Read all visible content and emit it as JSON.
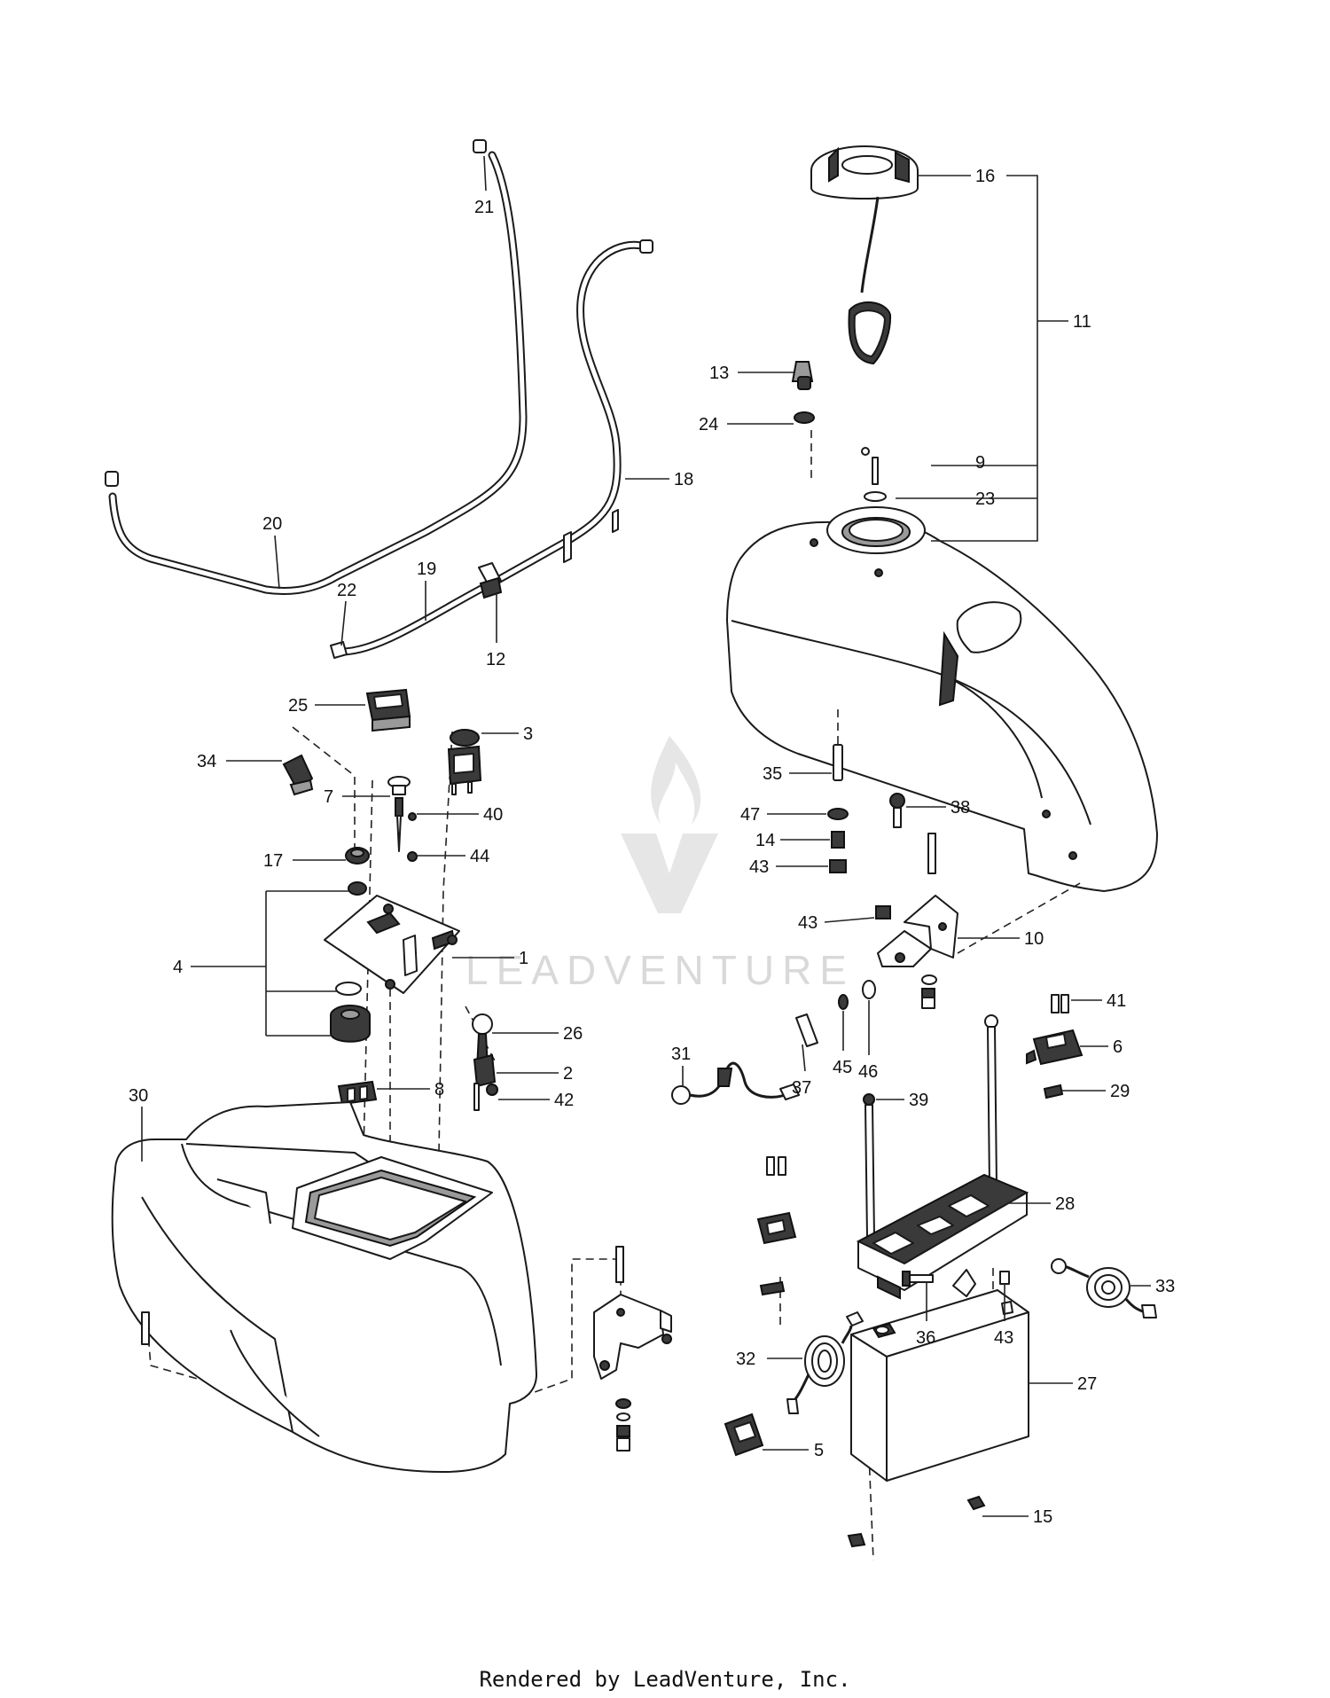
{
  "footer": {
    "text": "Rendered by LeadVenture, Inc."
  },
  "watermark": {
    "text": "LEADVENTURE"
  },
  "callouts": [
    {
      "id": "1",
      "label": "1"
    },
    {
      "id": "2",
      "label": "2"
    },
    {
      "id": "3",
      "label": "3"
    },
    {
      "id": "4",
      "label": "4"
    },
    {
      "id": "5",
      "label": "5"
    },
    {
      "id": "6",
      "label": "6"
    },
    {
      "id": "7",
      "label": "7"
    },
    {
      "id": "8",
      "label": "8"
    },
    {
      "id": "9",
      "label": "9"
    },
    {
      "id": "10",
      "label": "10"
    },
    {
      "id": "11",
      "label": "11"
    },
    {
      "id": "12",
      "label": "12"
    },
    {
      "id": "13",
      "label": "13"
    },
    {
      "id": "14",
      "label": "14"
    },
    {
      "id": "15",
      "label": "15"
    },
    {
      "id": "16",
      "label": "16"
    },
    {
      "id": "17",
      "label": "17"
    },
    {
      "id": "18",
      "label": "18"
    },
    {
      "id": "19",
      "label": "19"
    },
    {
      "id": "20",
      "label": "20"
    },
    {
      "id": "21",
      "label": "21"
    },
    {
      "id": "22",
      "label": "22"
    },
    {
      "id": "23",
      "label": "23"
    },
    {
      "id": "24",
      "label": "24"
    },
    {
      "id": "25",
      "label": "25"
    },
    {
      "id": "26",
      "label": "26"
    },
    {
      "id": "27",
      "label": "27"
    },
    {
      "id": "28",
      "label": "28"
    },
    {
      "id": "29",
      "label": "29"
    },
    {
      "id": "30",
      "label": "30"
    },
    {
      "id": "31",
      "label": "31"
    },
    {
      "id": "32",
      "label": "32"
    },
    {
      "id": "33",
      "label": "33"
    },
    {
      "id": "34",
      "label": "34"
    },
    {
      "id": "35",
      "label": "35"
    },
    {
      "id": "36",
      "label": "36"
    },
    {
      "id": "37",
      "label": "37"
    },
    {
      "id": "38",
      "label": "38"
    },
    {
      "id": "39",
      "label": "39"
    },
    {
      "id": "40",
      "label": "40"
    },
    {
      "id": "41",
      "label": "41"
    },
    {
      "id": "42",
      "label": "42"
    },
    {
      "id": "43a",
      "label": "43"
    },
    {
      "id": "43b",
      "label": "43"
    },
    {
      "id": "43c",
      "label": "43"
    },
    {
      "id": "44",
      "label": "44"
    },
    {
      "id": "45",
      "label": "45"
    },
    {
      "id": "46",
      "label": "46"
    },
    {
      "id": "47",
      "label": "47"
    }
  ]
}
